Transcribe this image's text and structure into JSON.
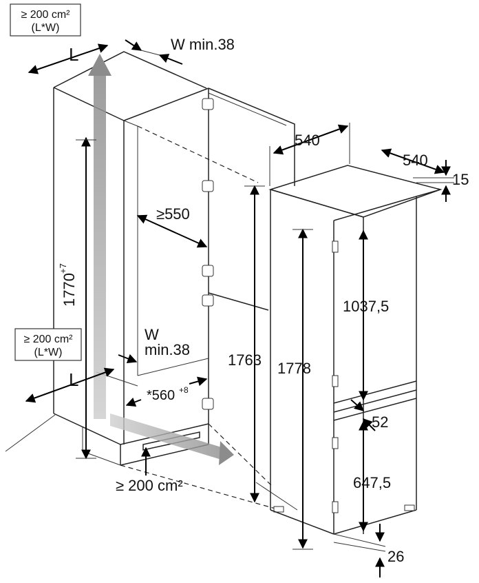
{
  "labels": {
    "vent_top_l1": "≥ 200 cm²",
    "vent_top_l2": "(L*W)",
    "w_top": "W min.38",
    "l_top": "L",
    "height_1770_main": "1770",
    "height_1770_sup": "+7",
    "depth_550": "≥550",
    "vent_mid_l1": "≥ 200 cm²",
    "vent_mid_l2": "(L*W)",
    "w_mid_1": "W",
    "w_mid_2": "min.38",
    "l_bottom": "L",
    "width_560_main": "*560",
    "width_560_sup": "+8",
    "vent_bottom": "≥ 200 cm²",
    "dim_1763": "1763",
    "dim_1778": "1778",
    "dim_540_w": "540",
    "dim_540_d": "540",
    "dim_15": "15",
    "dim_1037": "1037,5",
    "dim_52": "52",
    "dim_647": "647,5",
    "dim_26": "26"
  },
  "colors": {
    "airflow_arrow": "#a9a9a9",
    "line": "#222222"
  }
}
